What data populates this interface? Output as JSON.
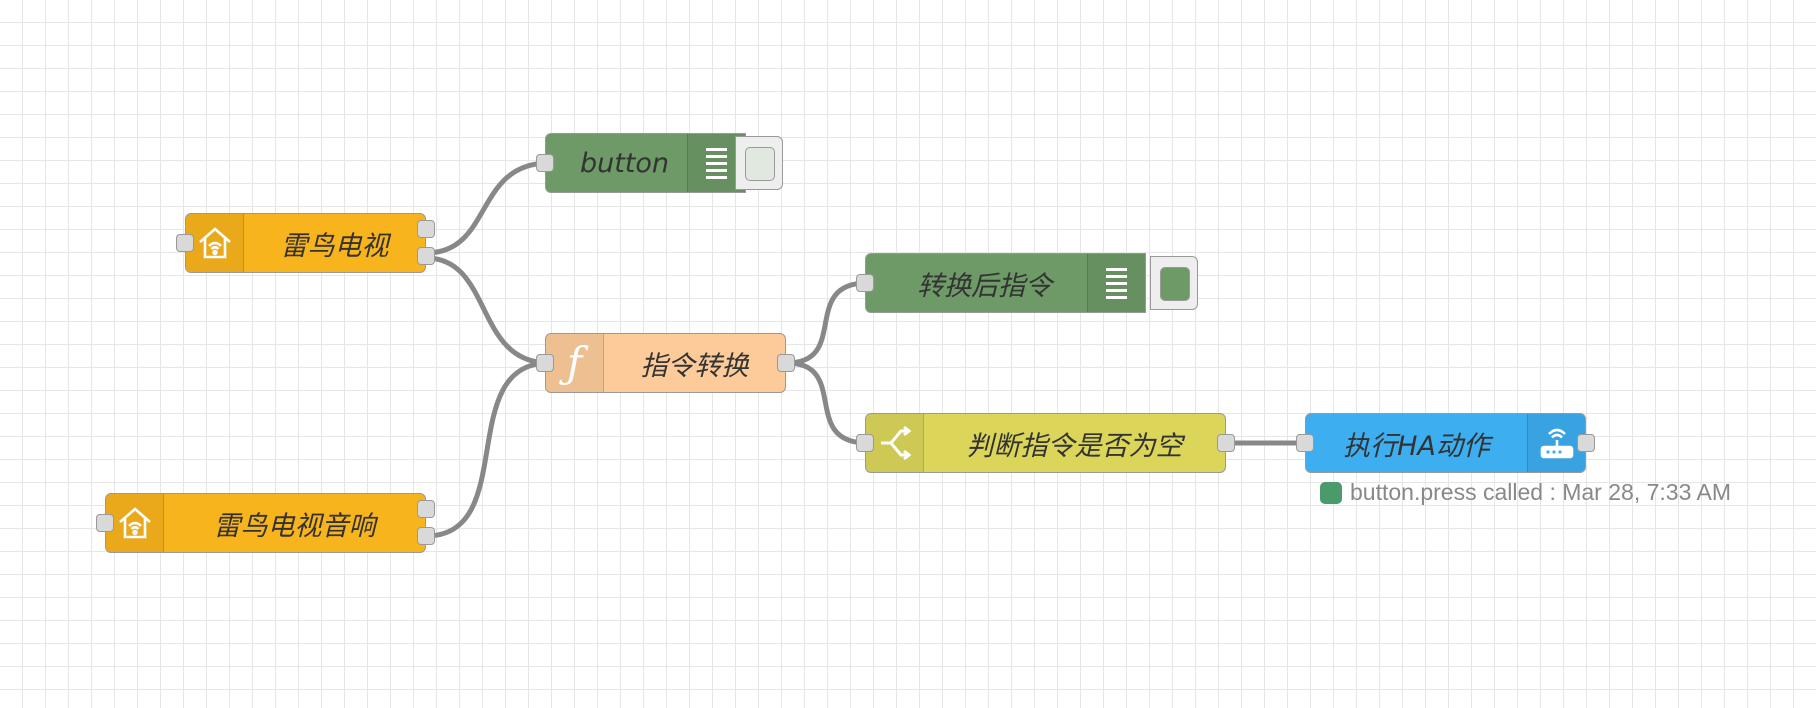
{
  "colors": {
    "ha_node": "#f8b41c",
    "function_node": "#fdcb9a",
    "debug_node": "#6d9a66",
    "switch_node": "#dbd55a",
    "service_node": "#3daef0",
    "wire": "#888888",
    "status_ok": "#4b9a6b",
    "grid": "#e6e6e6"
  },
  "nodes": {
    "tv": {
      "label": "雷鸟电视",
      "icon": "home-wifi-icon"
    },
    "tv_speaker": {
      "label": "雷鸟电视音响",
      "icon": "home-wifi-icon"
    },
    "button_debug": {
      "label": "button",
      "icon": "debug-lines-icon",
      "active": false
    },
    "convert": {
      "label": "指令转换",
      "icon": "function-icon"
    },
    "after_debug": {
      "label": "转换后指令",
      "icon": "debug-lines-icon",
      "active": true
    },
    "check_empty": {
      "label": "判断指令是否为空",
      "icon": "switch-icon"
    },
    "ha_action": {
      "label": "执行HA动作",
      "icon": "router-icon"
    }
  },
  "status": {
    "text": "button.press called : Mar 28, 7:33 AM",
    "state": "ok"
  }
}
